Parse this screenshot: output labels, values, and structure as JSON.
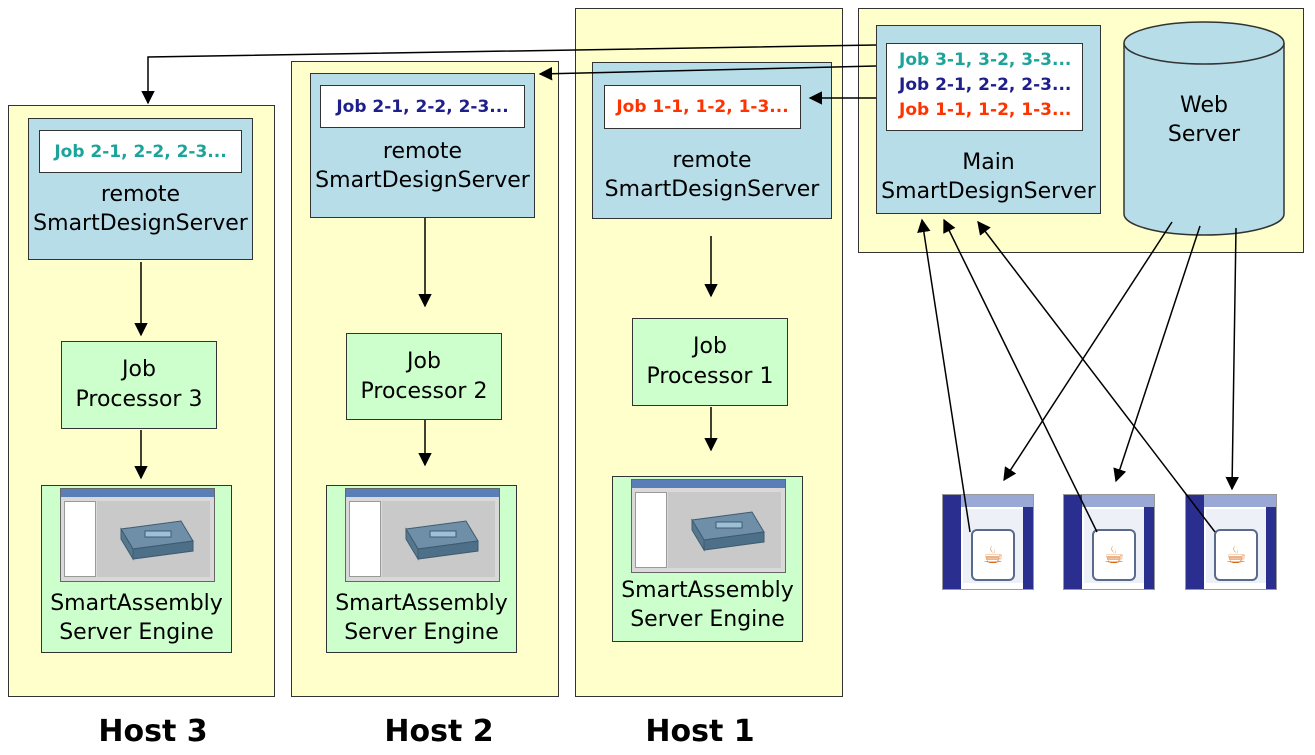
{
  "hosts": {
    "host3": {
      "label": "Host 3",
      "jobs": "Job 2-1, 2-2, 2-3...",
      "server": [
        "remote",
        "SmartDesignServer"
      ],
      "processor": [
        "Job",
        "Processor 3"
      ],
      "engine": [
        "SmartAssembly",
        "Server Engine"
      ]
    },
    "host2": {
      "label": "Host 2",
      "jobs": "Job 2-1, 2-2, 2-3...",
      "server": [
        "remote",
        "SmartDesignServer"
      ],
      "processor": [
        "Job",
        "Processor 2"
      ],
      "engine": [
        "SmartAssembly",
        "Server Engine"
      ]
    },
    "host1": {
      "label": "Host 1",
      "jobs": "Job 1-1, 1-2, 1-3...",
      "server": [
        "remote",
        "SmartDesignServer"
      ],
      "processor": [
        "Job",
        "Processor 1"
      ],
      "engine": [
        "SmartAssembly",
        "Server Engine"
      ]
    }
  },
  "main": {
    "jobs": [
      "Job 3-1, 3-2, 3-3...",
      "Job 2-1, 2-2, 2-3...",
      "Job 1-1, 1-2, 1-3..."
    ],
    "server": [
      "Main",
      "SmartDesignServer"
    ],
    "web": [
      "Web",
      "Server"
    ]
  },
  "colors": {
    "job3": "#1ca49a",
    "job2": "#1f1f8c",
    "job1": "#ff3300",
    "host_bg": "#ffffcc",
    "server_bg": "#b7dde8",
    "processor_bg": "#ccffcc"
  },
  "clients": {
    "icon": "java-applet-icon",
    "count": 3
  }
}
